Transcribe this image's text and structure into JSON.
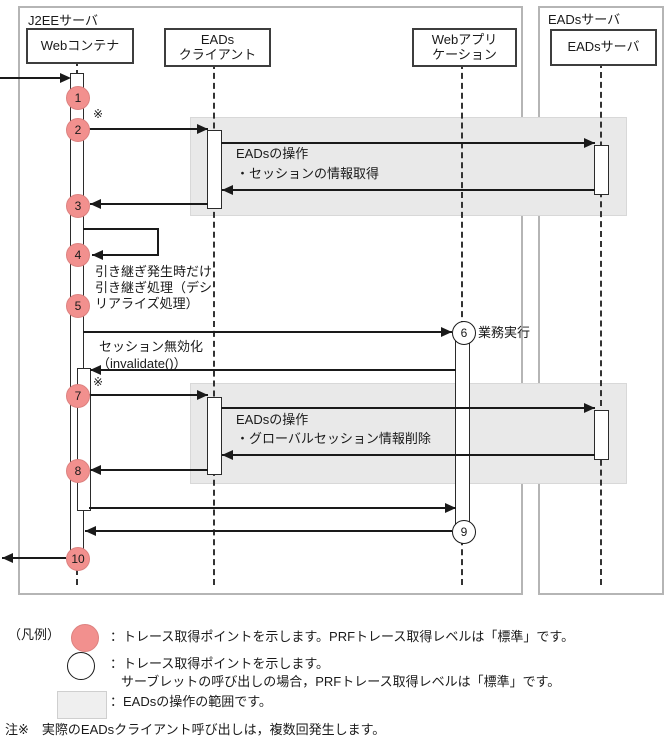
{
  "frames": {
    "j2ee": "J2EEサーバ",
    "eads": "EADsサーバ"
  },
  "actors": {
    "web_container": "Webコンテナ",
    "eads_client": [
      "EADs",
      "クライアント"
    ],
    "web_app": [
      "Webアプリ",
      "ケーション"
    ],
    "eads_server": "EADsサーバ"
  },
  "steps": [
    "1",
    "2",
    "3",
    "4",
    "5",
    "6",
    "7",
    "8",
    "9",
    "10"
  ],
  "labels": {
    "asterisk": "※",
    "op1": [
      "EADsの操作",
      "・セッションの情報取得"
    ],
    "takeover": [
      "引き継ぎ発生時だけ",
      "引き継ぎ処理（デシ",
      "リアライズ処理）"
    ],
    "business": "業務実行",
    "invalidate": [
      "セッション無効化",
      "（invalidate()）"
    ],
    "op2": [
      "EADsの操作",
      "・グローバルセッション情報削除"
    ]
  },
  "legend": {
    "caption": "（凡例）",
    "pink_desc": "：トレース取得ポイントを示します。PRFトレース取得レベルは「標準」です。",
    "white_desc1": "：トレース取得ポイントを示します。",
    "white_desc2": "サーブレットの呼び出しの場合，PRFトレース取得レベルは「標準」です。",
    "range_desc": "：EADsの操作の範囲です。",
    "footnote": "注※　実際のEADsクライアント呼び出しは，複数回発生します。"
  },
  "colors": {
    "trace_point_pink": "#F2908E",
    "operation_range_gray": "#E9E9E9",
    "frame_border_gray": "#B5B5B5"
  }
}
